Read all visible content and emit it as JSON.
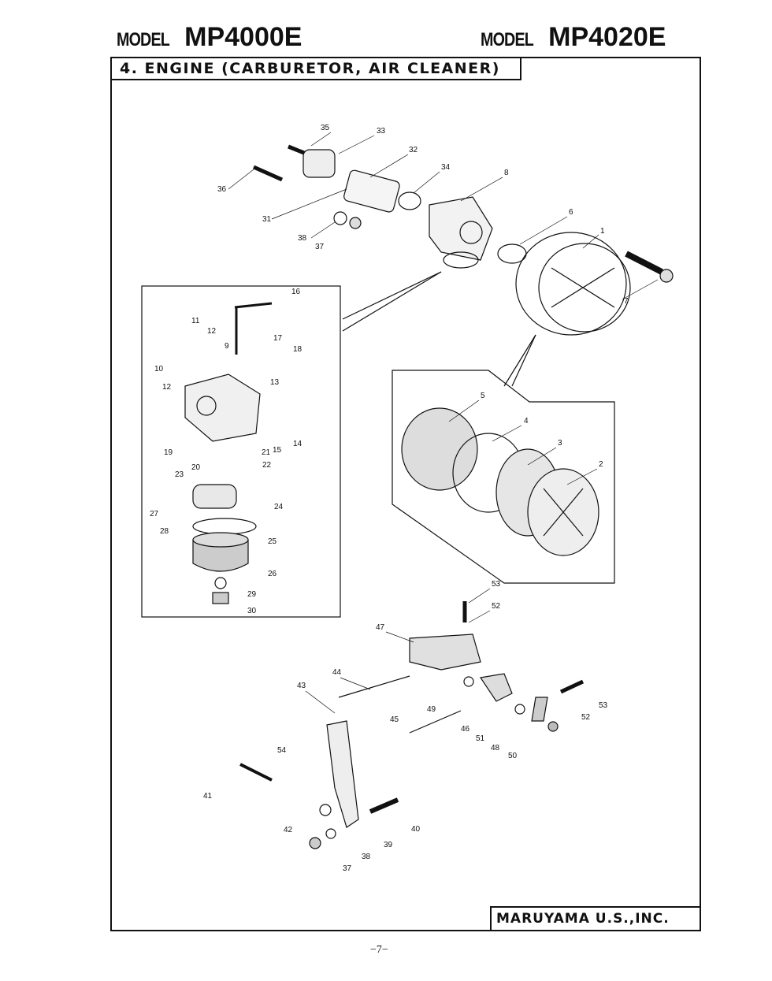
{
  "header": {
    "left_label": "MODEL",
    "left_model": "MP4000E",
    "right_label": "MODEL",
    "right_model": "MP4020E"
  },
  "section_title": "4. ENGINE (CARBURETOR, AIR CLEANER)",
  "footer": "MARUYAMA U.S.,INC.",
  "page_number": "−7−",
  "callouts": [
    "1",
    "2",
    "3",
    "4",
    "5",
    "6",
    "7",
    "8",
    "9",
    "10",
    "11",
    "12",
    "12",
    "13",
    "14",
    "15",
    "16",
    "17",
    "18",
    "19",
    "20",
    "21",
    "22",
    "23",
    "24",
    "25",
    "26",
    "27",
    "28",
    "29",
    "30",
    "31",
    "32",
    "33",
    "34",
    "35",
    "36",
    "37",
    "37",
    "38",
    "38",
    "39",
    "40",
    "41",
    "42",
    "43",
    "44",
    "45",
    "46",
    "47",
    "48",
    "49",
    "50",
    "51",
    "52",
    "52",
    "53",
    "53",
    "54"
  ]
}
